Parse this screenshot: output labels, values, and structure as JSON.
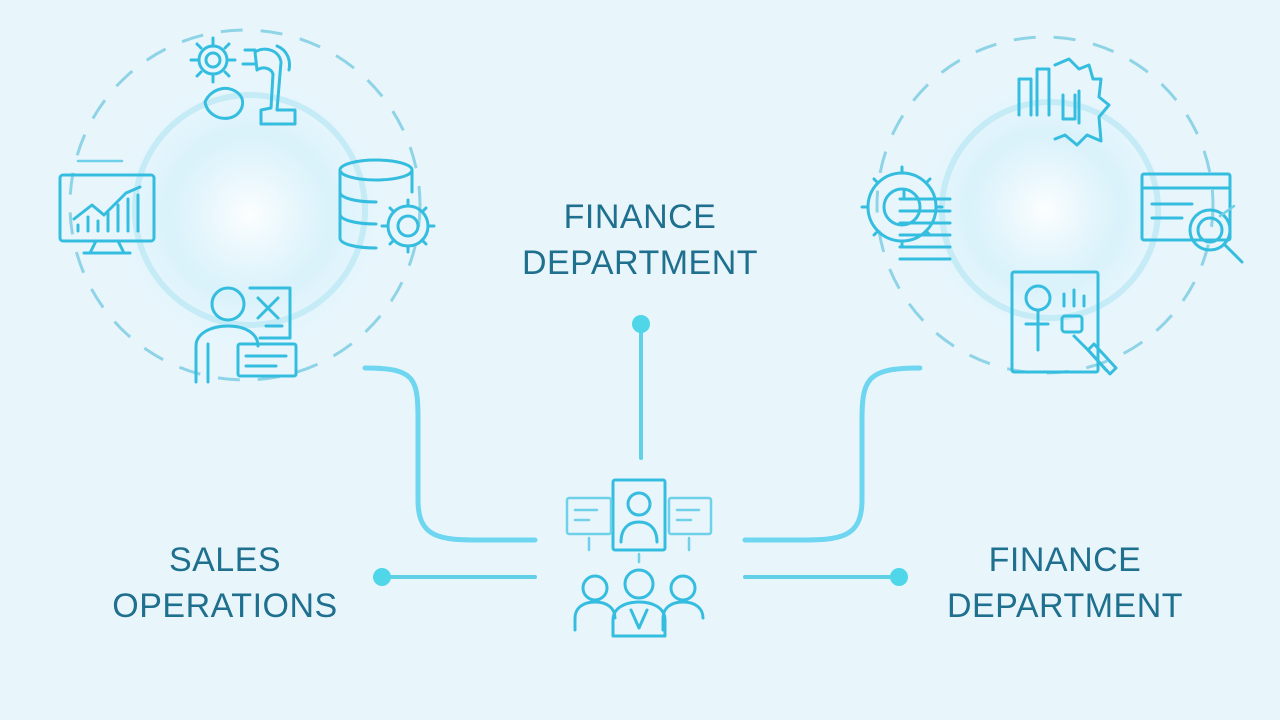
{
  "diagram": {
    "labels": {
      "top": [
        "FINANCE",
        "DEPARTMENT"
      ],
      "left": [
        "SALES",
        "OPERATIONS"
      ],
      "right": [
        "FINANCE",
        "DEPARTMENT"
      ]
    },
    "colors": {
      "background": "#e8f6fc",
      "text": "#1f6f8e",
      "icon_stroke": "#35bde0",
      "connector": "#6ed6f0",
      "dot": "#4fd6e8"
    },
    "icons": {
      "left_cluster": [
        "gears-machine-icon",
        "chart-monitor-icon",
        "database-gear-icon",
        "worker-document-icon"
      ],
      "right_cluster": [
        "factory-icon",
        "gear-list-icon",
        "browser-search-icon",
        "report-search-icon"
      ],
      "center": [
        "team-profile-icon"
      ]
    }
  }
}
